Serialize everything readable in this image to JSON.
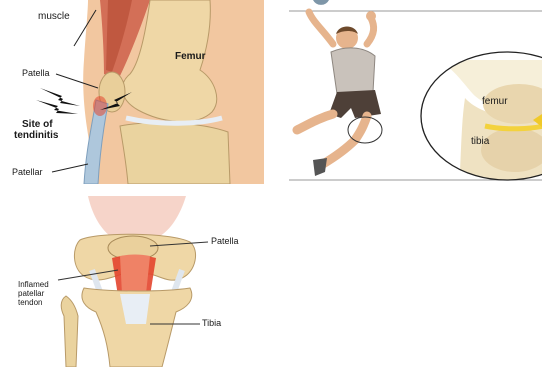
{
  "panel_knee_lateral": {
    "labels": {
      "muscle": "muscle",
      "patella": "Patella",
      "femur": "Femur",
      "site_of": "Site of",
      "tendinitis": "tendinitis",
      "patellar": "Patellar"
    }
  },
  "panel_jumper": {
    "labels": {
      "femur": "femur",
      "tibia": "tibia"
    }
  },
  "panel_knee_front": {
    "labels": {
      "patella": "Patella",
      "inflamed_1": "Inflamed",
      "inflamed_2": "patellar",
      "inflamed_3": "tendon",
      "tibia": "Tibia"
    }
  },
  "colors": {
    "bone": "#efd7a6",
    "skin": "#f0c39a",
    "muscle": "#d36f57",
    "tendon": "#aec7dc",
    "inflamed": "#e3452e",
    "cartilage": "#e8eef5"
  }
}
